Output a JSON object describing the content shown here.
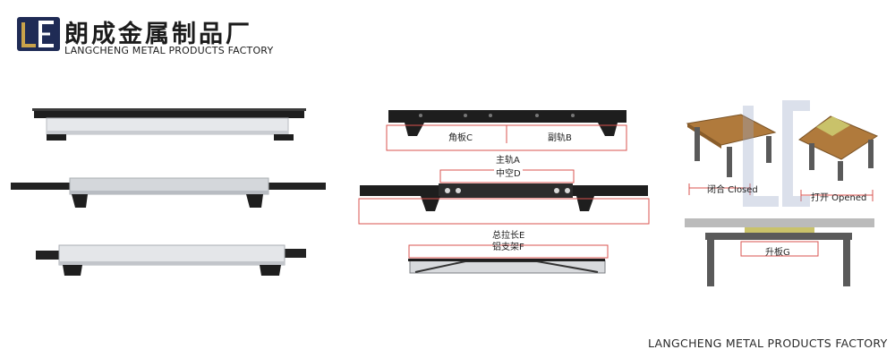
{
  "brand": {
    "name_cn": "朗成金属制品厂",
    "name_en": "LANGCHENG METAL PRODUCTS FACTORY"
  },
  "middle_diagram": {
    "label_c": "角板C",
    "label_b": "副轨B",
    "label_a": "主轨A",
    "label_d": "中空D",
    "label_e": "总拉长E",
    "label_f": "铝支架F"
  },
  "table_diagram": {
    "label_closed": "闭合 Closed",
    "label_opened": "打开  Opened",
    "label_g": "升板G"
  },
  "footer": {
    "text": "LANGCHENG METAL PRODUCTS FACTORY"
  },
  "colors": {
    "dimension_red": "#d9534f",
    "rail_black": "#1e1e1e",
    "rail_silver": "#cfd2d6",
    "tabletop_wood": "#b07a3c",
    "leaf_yellow": "#c9c26a",
    "watermark": "#9aa9c8"
  }
}
